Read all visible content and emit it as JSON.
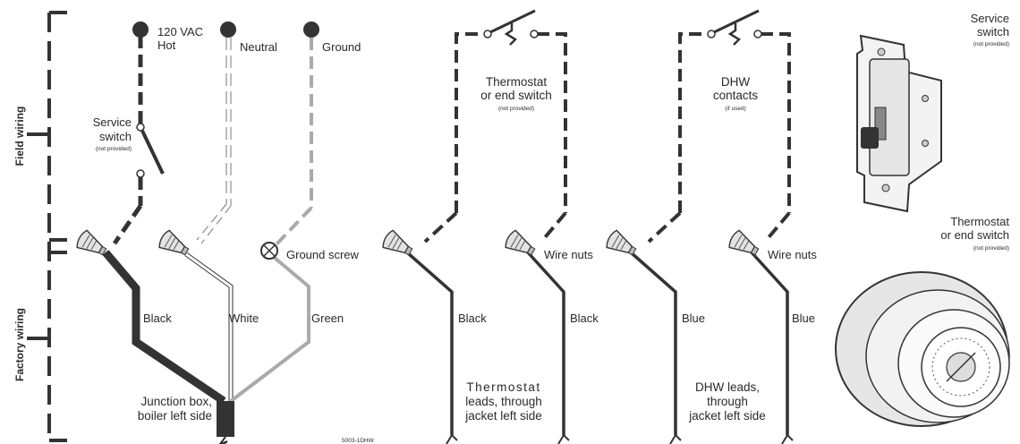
{
  "side_labels": {
    "field": "Field wiring",
    "factory": "Factory wiring"
  },
  "terminals": {
    "hot": [
      "120 VAC",
      "Hot"
    ],
    "neutral": "Neutral",
    "ground": "Ground"
  },
  "service_switch_left": {
    "title": [
      "Service",
      "switch"
    ],
    "note": "(not provided)"
  },
  "thermostat_switch": {
    "title": [
      "Thermostat",
      "or end switch"
    ],
    "note": "(not provided)"
  },
  "dhw_contacts": {
    "title": [
      "DHW",
      "contacts"
    ],
    "note": "(if used)"
  },
  "connectors": {
    "ground_screw": "Ground screw",
    "wire_nuts_1": "Wire nuts",
    "wire_nuts_2": "Wire nuts"
  },
  "wire_colors": {
    "black1": "Black",
    "white": "White",
    "green": "Green",
    "black2": "Black",
    "black3": "Black",
    "blue1": "Blue",
    "blue2": "Blue"
  },
  "bottom_notes": {
    "junction_box": [
      "Junction box,",
      "boiler left side"
    ],
    "thermostat_leads": [
      "Thermostat",
      "leads, through",
      "jacket left side"
    ],
    "dhw_leads": [
      "DHW leads,",
      "through",
      "jacket left side"
    ]
  },
  "figure_code": "5003-1DHW",
  "product_labels": {
    "service_switch": {
      "title": [
        "Service",
        "switch"
      ],
      "note": "(not provided)"
    },
    "thermostat": {
      "title": [
        "Thermostat",
        "or end switch"
      ],
      "note": "(not provided)"
    }
  },
  "colors": {
    "ink": "#2a2a2a",
    "dark_wire": "#333333",
    "grey_wire": "#9a9a9a",
    "panel": "#f2f2f2"
  }
}
